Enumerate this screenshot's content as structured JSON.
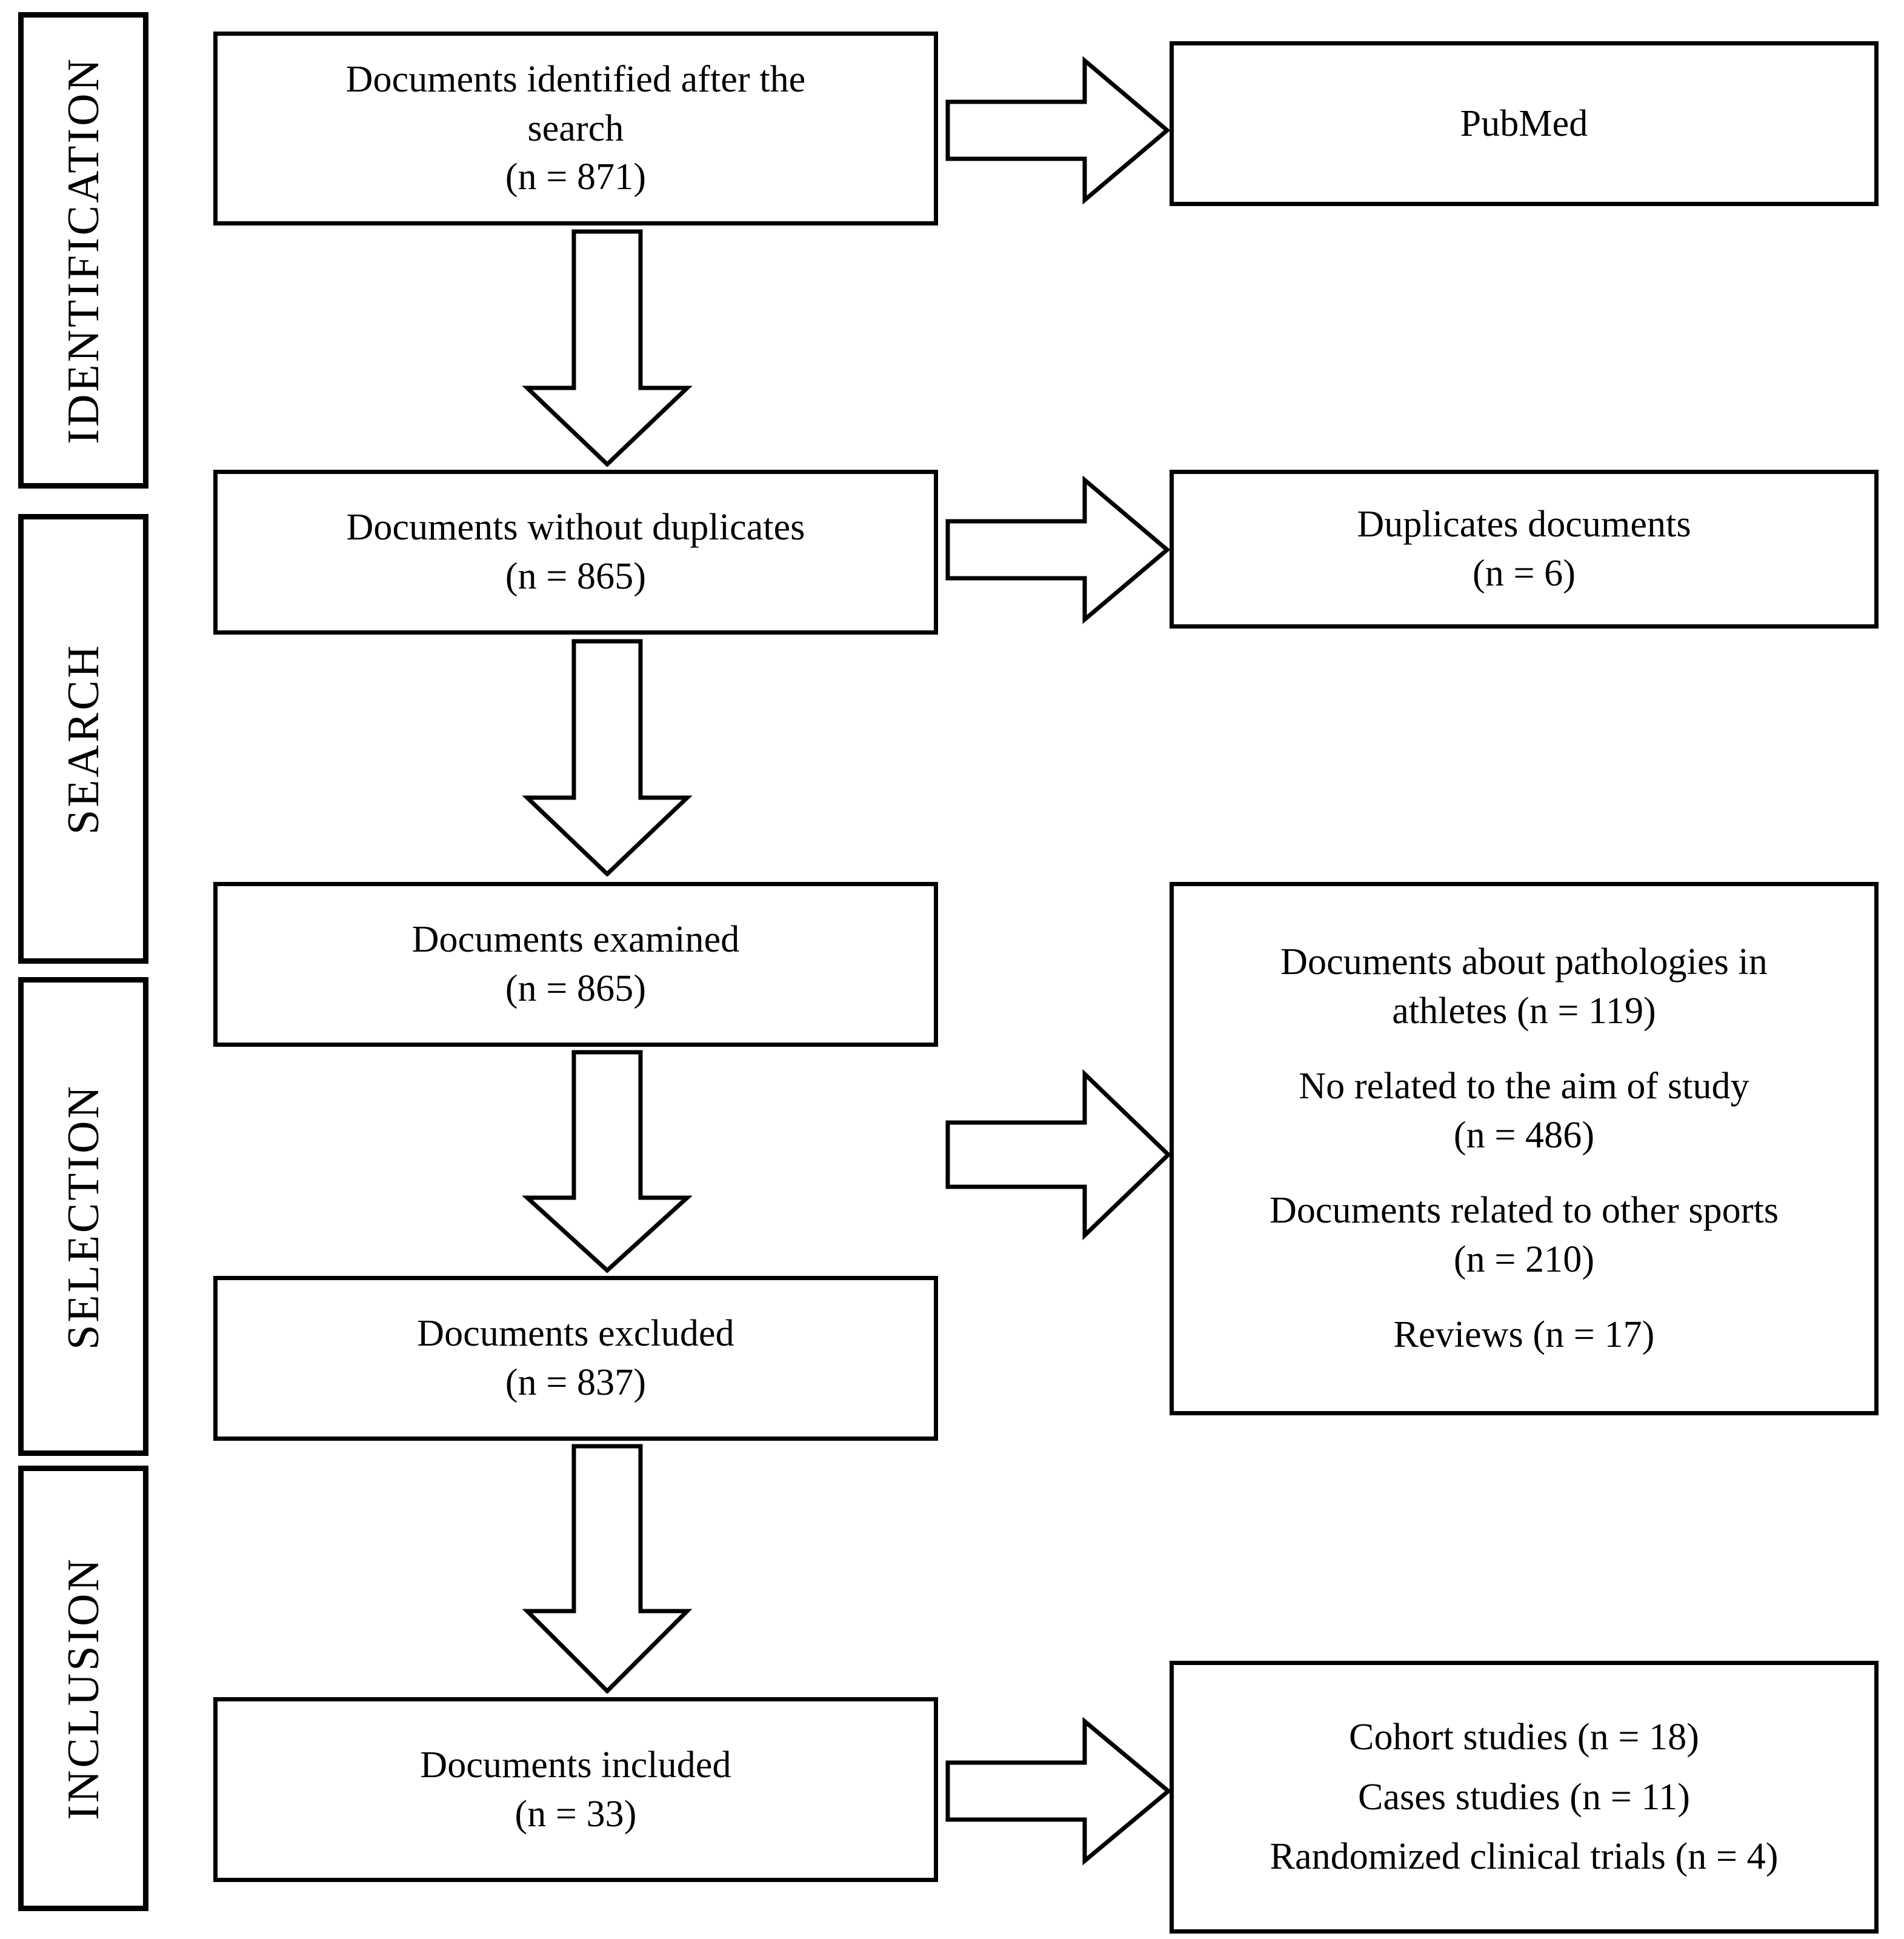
{
  "diagram": {
    "title": "PRISMA study selection flow diagram",
    "phases": [
      {
        "id": "identification",
        "label": "IDENTIFICATION"
      },
      {
        "id": "search",
        "label": "SEARCH"
      },
      {
        "id": "selection",
        "label": "SELECTION"
      },
      {
        "id": "inclusion",
        "label": "INCLUSION"
      }
    ],
    "flow_boxes": [
      {
        "id": "identified",
        "lines": [
          "Documents identified after the",
          "search",
          "(n = 871)"
        ],
        "count": 871
      },
      {
        "id": "without-duplicates",
        "lines": [
          "Documents without duplicates",
          "(n = 865)"
        ],
        "count": 865
      },
      {
        "id": "examined",
        "lines": [
          "Documents examined",
          "(n = 865)"
        ],
        "count": 865
      },
      {
        "id": "excluded",
        "lines": [
          "Documents excluded",
          "(n = 837)"
        ],
        "count": 837
      },
      {
        "id": "included",
        "lines": [
          "Documents included",
          "(n = 33)"
        ],
        "count": 33
      }
    ],
    "side_boxes": [
      {
        "id": "database",
        "lines": [
          "PubMed"
        ]
      },
      {
        "id": "duplicates",
        "lines": [
          "Duplicates documents",
          "(n = 6)"
        ],
        "count": 6
      },
      {
        "id": "exclusion-reasons",
        "groups": [
          {
            "lines": [
              "Documents about pathologies in",
              "athletes (n = 119)"
            ],
            "count": 119
          },
          {
            "lines": [
              "No related to the aim of study",
              "(n = 486)"
            ],
            "count": 486
          },
          {
            "lines": [
              "Documents related to other sports",
              "(n = 210)"
            ],
            "count": 210
          },
          {
            "lines": [
              "Reviews (n = 17)"
            ],
            "count": 17
          }
        ]
      },
      {
        "id": "study-types",
        "groups": [
          {
            "lines": [
              "Cohort studies (n = 18)"
            ],
            "count": 18
          },
          {
            "lines": [
              "Cases studies (n = 11)"
            ],
            "count": 11
          },
          {
            "lines": [
              "Randomized clinical trials (n = 4)"
            ],
            "count": 4
          }
        ]
      }
    ],
    "arrows": [
      {
        "id": "identified-to-database",
        "direction": "right"
      },
      {
        "id": "identified-to-dedup",
        "direction": "down"
      },
      {
        "id": "dedup-to-duplicates",
        "direction": "right"
      },
      {
        "id": "dedup-to-examined",
        "direction": "down"
      },
      {
        "id": "examined-to-excluded",
        "direction": "down"
      },
      {
        "id": "excluded-reasons",
        "direction": "right"
      },
      {
        "id": "excluded-to-included",
        "direction": "down"
      },
      {
        "id": "included-to-types",
        "direction": "right"
      }
    ],
    "colors": {
      "stroke": "#000000",
      "fill": "#ffffff",
      "text": "#000000"
    }
  }
}
